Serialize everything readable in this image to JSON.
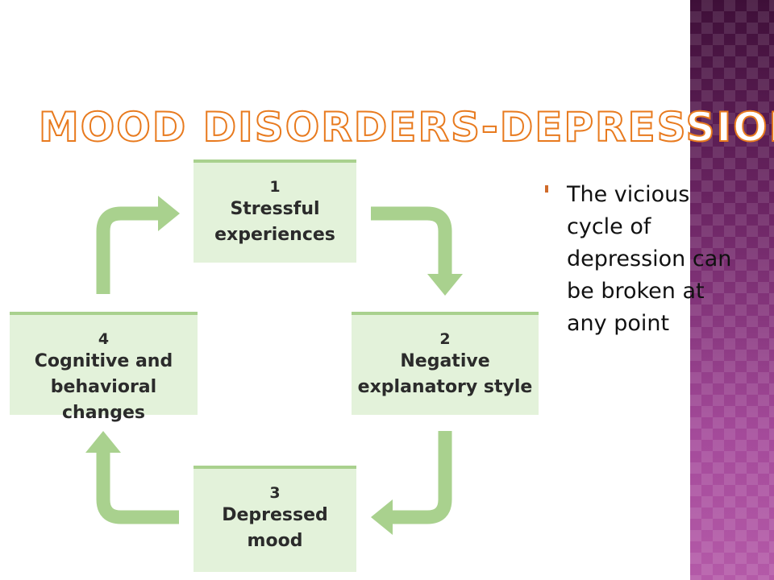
{
  "slide": {
    "title": "Mood Disorders-Depression",
    "bullets": [
      "The vicious cycle of depression can be broken at any point"
    ]
  },
  "diagram": {
    "steps": [
      {
        "number": "1",
        "label": "Stressful experiences"
      },
      {
        "number": "2",
        "label": "Negative explanatory style"
      },
      {
        "number": "3",
        "label": "Depressed mood"
      },
      {
        "number": "4",
        "label": "Cognitive and behavioral changes"
      }
    ]
  },
  "colors": {
    "title_outline": "#e87a1e",
    "box_fill": "#e3f2da",
    "arrow": "#a9d18e",
    "side_band": "#7a2a6e"
  }
}
